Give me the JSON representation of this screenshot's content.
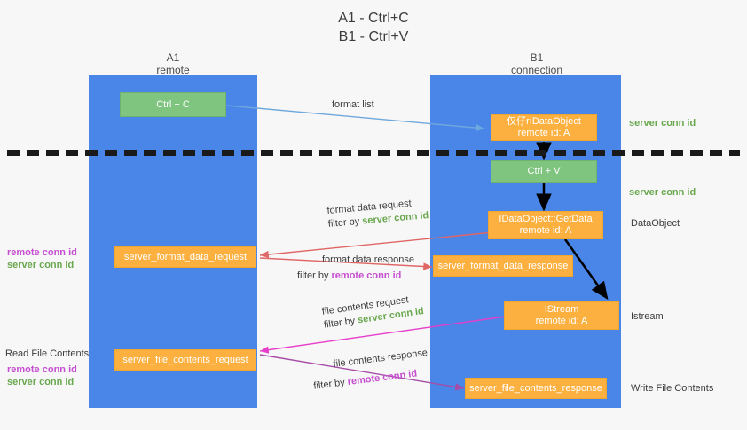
{
  "title": {
    "line1": "A1 - Ctrl+C",
    "line2": "B1 - Ctrl+V"
  },
  "lanes": [
    {
      "name": "A1",
      "sub": "remote"
    },
    {
      "name": "B1",
      "sub": "connection"
    }
  ],
  "boxes": {
    "ctrl_c": {
      "line1": "Ctrl + C"
    },
    "data_object_top": {
      "line1": "仅仔rIDataObject",
      "line2": "remote id: A"
    },
    "ctrl_v": {
      "line1": "Ctrl + V"
    },
    "get_data": {
      "line1": "IDataObject::GetData",
      "line2": "remote id: A"
    },
    "format_data_request": {
      "line1": "server_format_data_request"
    },
    "format_data_response": {
      "line1": "server_format_data_response"
    },
    "istream": {
      "line1": "IStream",
      "line2": "remote id: A"
    },
    "file_contents_request": {
      "line1": "server_file_contents_request"
    },
    "file_contents_response": {
      "line1": "server_file_contents_response"
    }
  },
  "edge_labels": {
    "format_list": "format list",
    "format_data_request": {
      "line1": "format data request",
      "filter_prefix": "filter by ",
      "filter_value": "server conn id"
    },
    "format_data_response": {
      "line1": "format data response",
      "filter_prefix": "filter by ",
      "filter_value": "remote conn id"
    },
    "file_contents_request": {
      "line1": "file contents request",
      "filter_prefix": "filter by ",
      "filter_value": "server conn id"
    },
    "file_contents_response": {
      "line1": "file contents response",
      "filter_prefix": "filter by ",
      "filter_value": "remote conn id"
    }
  },
  "left_notes": {
    "conn_ids_upper": {
      "remote": "remote conn id",
      "server": "server conn id"
    },
    "read_file_contents": "Read File Contents",
    "conn_ids_lower": {
      "remote": "remote conn id",
      "server": "server conn id"
    }
  },
  "right_notes": {
    "server_conn_id_top": "server conn id",
    "server_conn_id_mid": "server conn id",
    "data_object": "DataObject",
    "istream": "Istream",
    "write_file_contents": "Write File Contents"
  },
  "colors": {
    "lane": "#4a86e8",
    "green_box": "#7fc47f",
    "orange_box": "#fbb040",
    "server_conn_id": "#6aa84f",
    "remote_conn_id": "#c64ed0",
    "arrow_blue": "#6fa8dc",
    "arrow_red": "#e06666",
    "arrow_magenta": "#e83ecb",
    "arrow_purple": "#a64ca6",
    "arrow_black": "#000000",
    "background": "#f7f7f7"
  }
}
